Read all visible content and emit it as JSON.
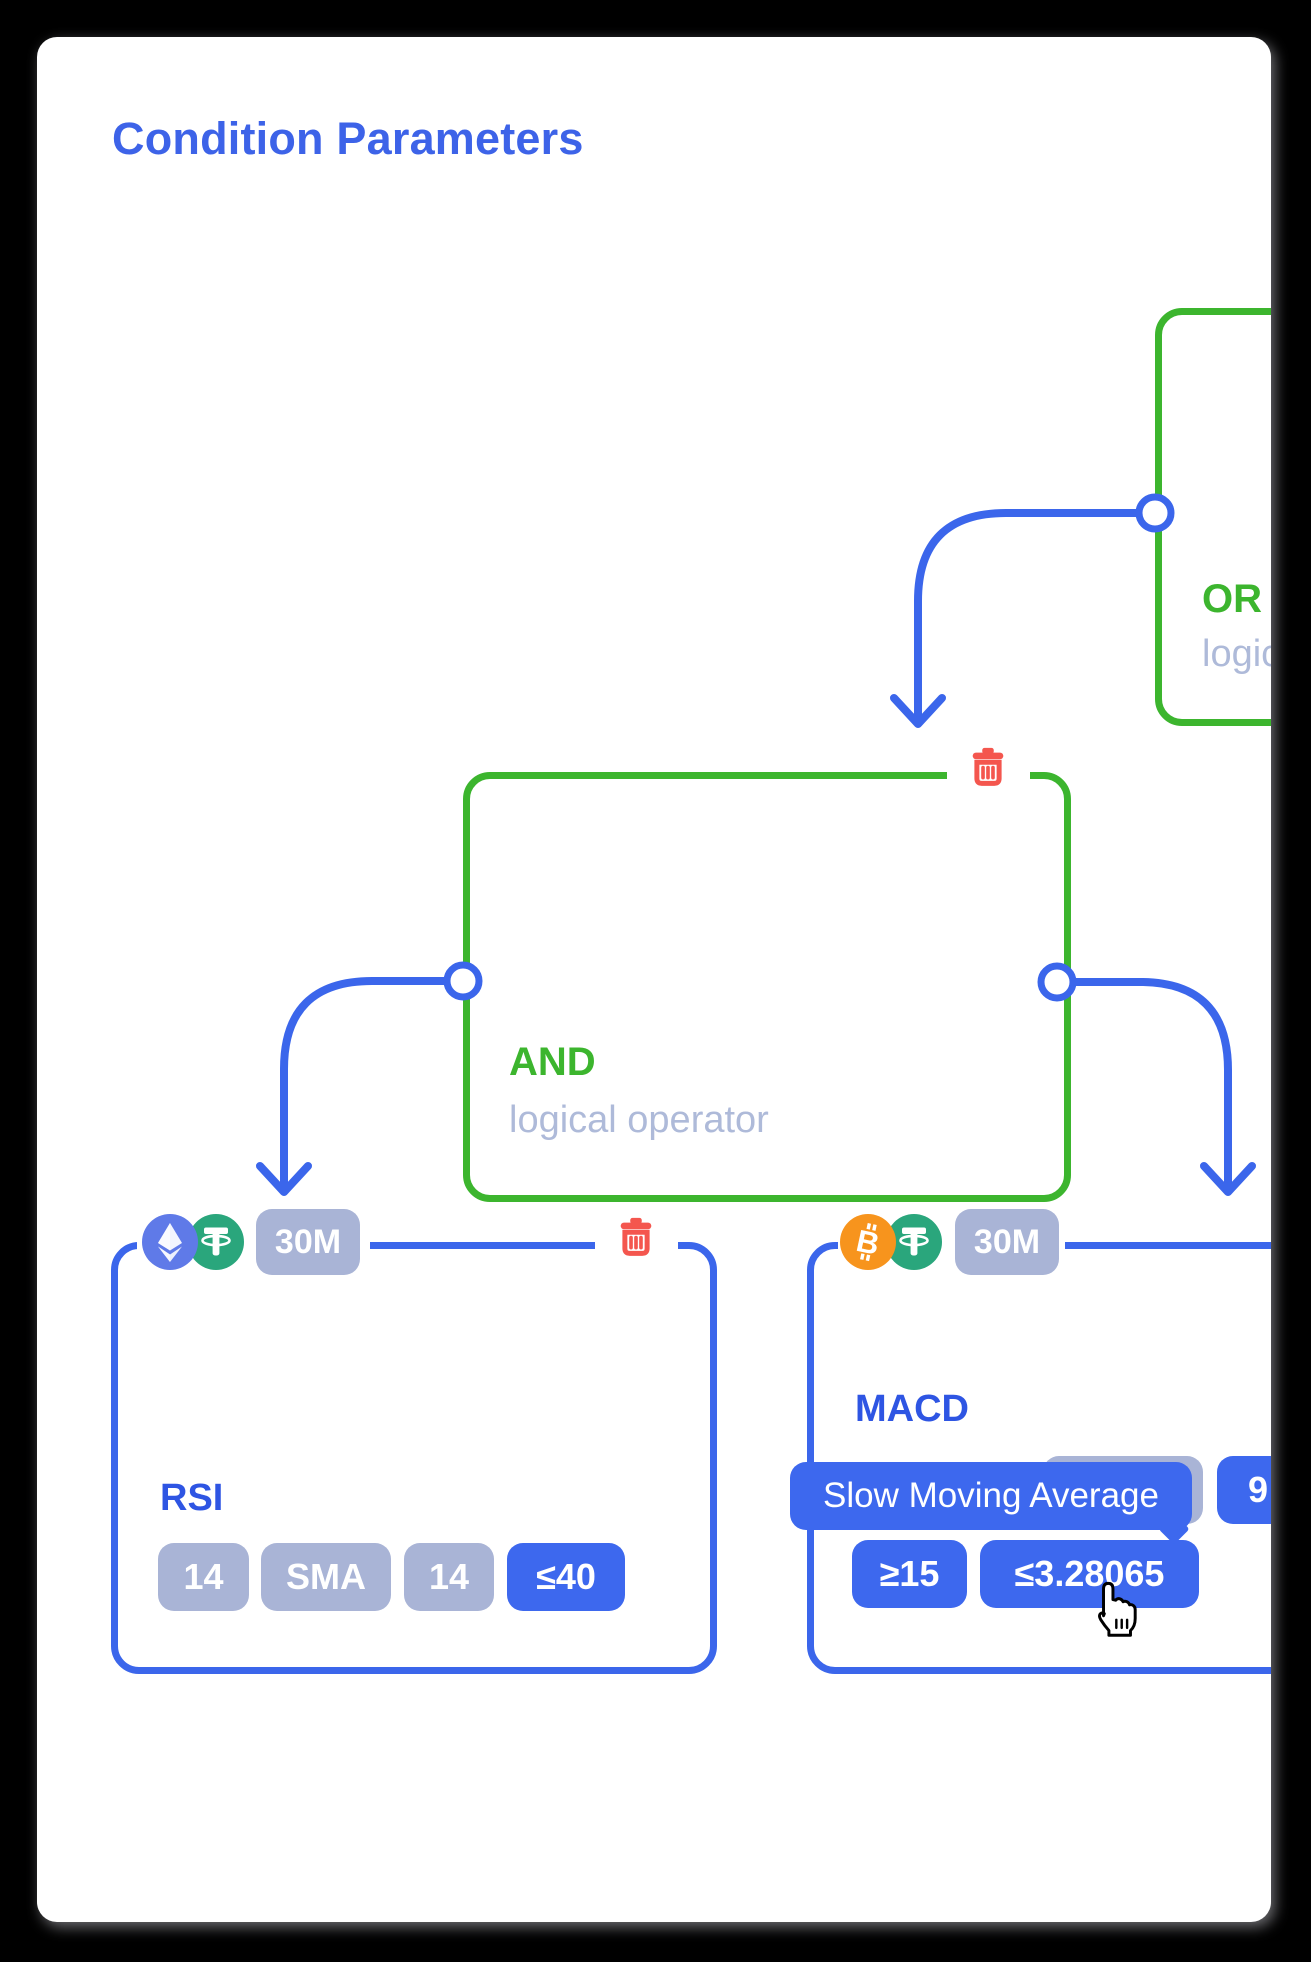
{
  "title": "Condition Parameters",
  "nodes": {
    "or": {
      "label": "OR",
      "sublabel": "logical operator"
    },
    "and": {
      "label": "AND",
      "sublabel": "logical operator"
    },
    "rsi": {
      "label": "RSI",
      "timeframe": "30M",
      "pair": [
        "ETH",
        "USDT"
      ],
      "params": [
        "14",
        "SMA",
        "14"
      ],
      "condition": "≤40"
    },
    "macd": {
      "label": "MACD",
      "timeframe": "30M",
      "pair": [
        "BTC",
        "USDT"
      ],
      "visible_param": "9",
      "conditions": [
        "≥15",
        "≤3.28065"
      ]
    }
  },
  "tooltip": {
    "text": "Slow Moving Average"
  },
  "icons": {
    "delete": "trash-icon",
    "connector": "port-circle",
    "cursor": "pointer-hand"
  },
  "colors": {
    "background": "#000000",
    "card": "#FFFFFF",
    "line_blue": "#3B66EB",
    "chip_blue": "#3D68EE",
    "chip_gray": "#A9B4D6",
    "green": "#3CB52E",
    "red": "#F4564E",
    "title_blue": "#3D63E8",
    "indicator_blue": "#2E55E3",
    "muted_text": "#AEBAD9",
    "eth_blue": "#5F7AE8",
    "usdt_green": "#2AA67C",
    "btc_orange": "#F7941D"
  }
}
